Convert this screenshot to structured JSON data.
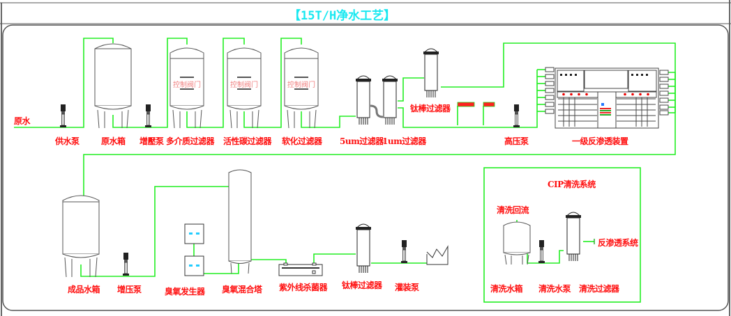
{
  "title": "【15T/H净水工艺】",
  "colors": {
    "pipe": "#22ee22",
    "label": "#ff1010",
    "title": "#18e8f0",
    "outline": "#555555"
  },
  "stage1": {
    "inlet_label": "原水",
    "equipment": [
      {
        "id": "supply-pump",
        "label": "供水泵",
        "type": "pump"
      },
      {
        "id": "raw-water-tank",
        "label": "原水箱",
        "type": "tank"
      },
      {
        "id": "booster-pump-1",
        "label": "增壓泵",
        "type": "pump"
      },
      {
        "id": "multimedia-filter",
        "label": "多介质过滤器",
        "type": "vessel",
        "valve_label": "控制阀门"
      },
      {
        "id": "activated-carbon-filter",
        "label": "活性碳过滤器",
        "type": "vessel",
        "valve_label": "控制阀门"
      },
      {
        "id": "softening-filter",
        "label": "软化过滤器",
        "type": "vessel",
        "valve_label": "控制阀门"
      },
      {
        "id": "filter-5um",
        "label": "5um过滤器",
        "type": "cartridge"
      },
      {
        "id": "filter-1um",
        "label": "1um过滤器",
        "type": "cartridge"
      },
      {
        "id": "titanium-rod-filter-1",
        "label": "钛棒过滤器",
        "type": "cartridge"
      },
      {
        "id": "high-pressure-pump",
        "label": "高压泵",
        "type": "pump"
      },
      {
        "id": "ro-unit",
        "label": "一级反渗透装置",
        "type": "ro"
      }
    ]
  },
  "stage2": {
    "equipment": [
      {
        "id": "product-water-tank",
        "label": "成品水箱",
        "type": "tank"
      },
      {
        "id": "booster-pump-2",
        "label": "增压泵",
        "type": "pump"
      },
      {
        "id": "ozone-generator",
        "label": "臭氧发生器",
        "type": "generator"
      },
      {
        "id": "ozone-mixing-tower",
        "label": "臭氧混合塔",
        "type": "tower"
      },
      {
        "id": "uv-sterilizer",
        "label": "紫外线杀菌器",
        "type": "uv"
      },
      {
        "id": "titanium-rod-filter-2",
        "label": "钛棒过滤器",
        "type": "cartridge"
      },
      {
        "id": "filling-pump",
        "label": "灌装泵",
        "type": "pump"
      }
    ]
  },
  "cip": {
    "title": "CIP清洗系统",
    "return_label": "清洗回流",
    "outlet_label": "反渗透系统",
    "equipment": [
      {
        "id": "cip-tank",
        "label": "清洗水箱",
        "type": "tank"
      },
      {
        "id": "cip-pump",
        "label": "清洗水泵",
        "type": "pump"
      },
      {
        "id": "cip-filter",
        "label": "清洗过滤器",
        "type": "cartridge"
      }
    ]
  }
}
